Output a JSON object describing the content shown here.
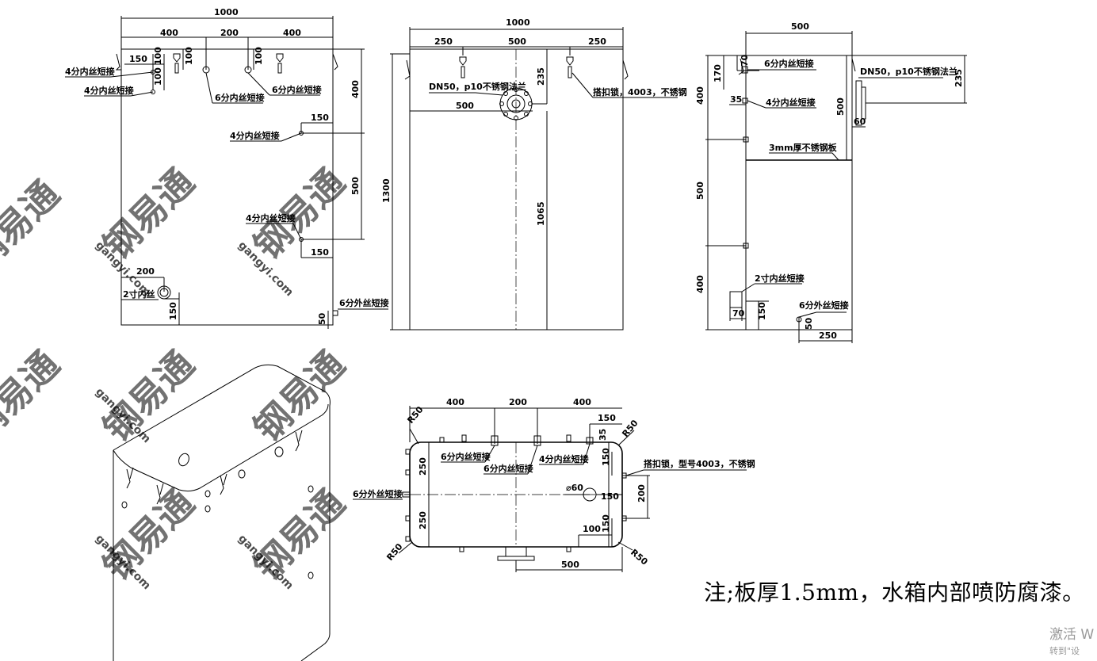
{
  "note": "注;板厚1.5mm，水箱内部喷防腐漆。",
  "windows_activation": {
    "line1": "激活 W",
    "line2": "转到\"设"
  },
  "watermark": {
    "brand": "钢易通",
    "site": "gangyi.com"
  },
  "front_view": {
    "dims": {
      "overall_width": "1000",
      "seg_left": "400",
      "seg_mid": "200",
      "seg_right": "400",
      "v100_a": "100",
      "v100_b": "100",
      "v100_c": "100",
      "v100_d": "100",
      "h150_top": "150",
      "v400": "400",
      "h150_mid": "150",
      "v500": "500",
      "h150_low": "150",
      "h200": "200",
      "v150": "150",
      "v50": "50"
    },
    "labels": {
      "n4_top": "4分内丝短接",
      "n4_second": "4分内丝短接",
      "n6_a": "6分内丝短接",
      "n6_b": "6分内丝短接",
      "n4_right_a": "4分内丝短接",
      "n4_right_b": "4分内丝短接",
      "n2_inner": "2寸内丝",
      "n6_outer": "6分外丝短接"
    }
  },
  "side_view": {
    "dims": {
      "overall_width": "1000",
      "seg_left": "250",
      "seg_mid": "500",
      "seg_right": "250",
      "v235": "235",
      "h500": "500",
      "height": "1300",
      "v1065": "1065"
    },
    "labels": {
      "flange": "DN50，p10不锈钢法兰",
      "buckle_lock": "搭扣锁，4003，不锈钢"
    }
  },
  "right_view": {
    "dims": {
      "width": "500",
      "h70_top": "70",
      "v170": "170",
      "h35": "35",
      "v400_top": "400",
      "v500_inner": "500",
      "v500": "500",
      "v400_bottom": "400",
      "h70_bottom": "70",
      "v150": "150",
      "v50": "50",
      "h250": "250",
      "v235": "235",
      "h60": "60"
    },
    "labels": {
      "n6_inner": "6分内丝短接",
      "n4_inner": "4分内丝短接",
      "flange": "DN50，p10不锈钢法兰",
      "plate": "3mm厚不锈钢板",
      "n2_inner": "2寸内丝短接",
      "n6_outer": "6分外丝短接"
    }
  },
  "top_view": {
    "dims": {
      "seg_left": "400",
      "seg_mid": "200",
      "seg_right": "400",
      "h150_top": "150",
      "v35": "35",
      "r50_tl": "R50",
      "r50_tr": "R50",
      "v150_a": "150",
      "v250_a": "250",
      "v250_b": "250",
      "dia60": "⌀60",
      "h150_mid": "150",
      "v200": "200",
      "h100": "100",
      "v150_b": "150",
      "r50_bl": "R50",
      "r50_br": "R50",
      "h500": "500"
    },
    "labels": {
      "n6_a": "6分内丝短接",
      "n6_b": "6分内丝短接",
      "n4": "4分内丝短接",
      "buckle_lock": "搭扣锁，型号4003，不锈钢",
      "n6_outer": "6分外丝短接"
    }
  }
}
